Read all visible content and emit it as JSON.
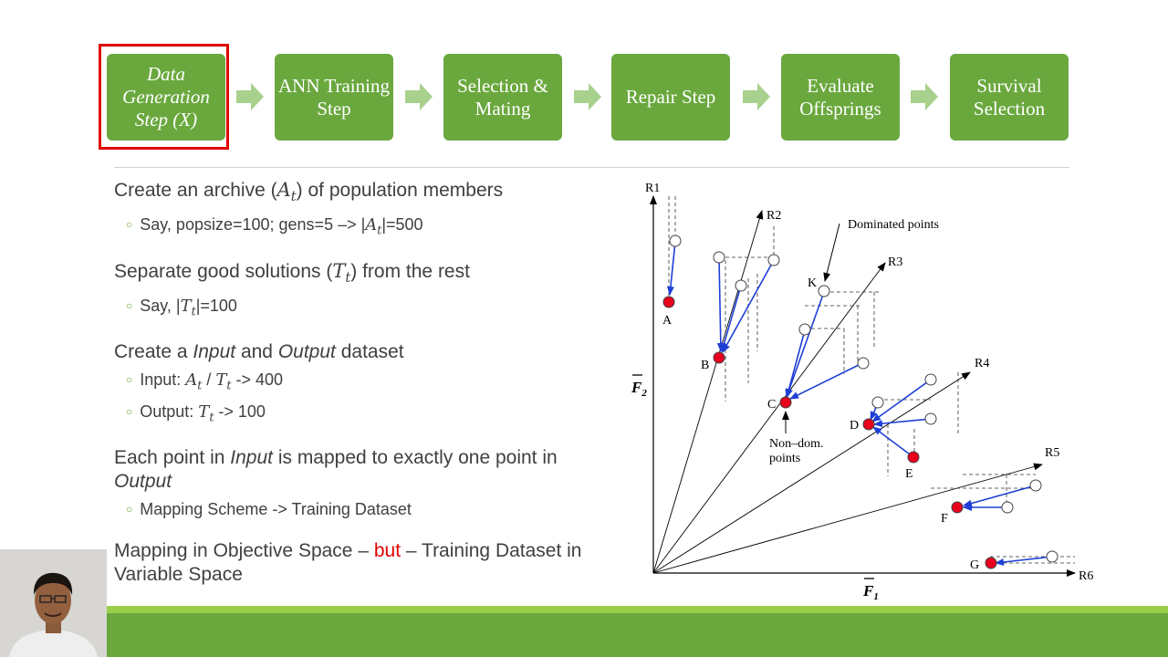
{
  "steps": [
    {
      "label": "Data Generation Step (X)",
      "active": true
    },
    {
      "label": "ANN Training Step"
    },
    {
      "label": "Selection & Mating"
    },
    {
      "label": "Repair Step"
    },
    {
      "label": "Evaluate Offsprings"
    },
    {
      "label": "Survival Selection"
    }
  ],
  "bullets": {
    "b1": {
      "pre": "Create an archive (",
      "math": "A",
      "sub": "t",
      "post": ") of population members",
      "sub_item": {
        "pre": "Say, popsize=100; gens=5 –> |",
        "math": "A",
        "sub": "t",
        "post": "|=500"
      }
    },
    "b2": {
      "pre": "Separate good solutions (",
      "math": "T",
      "sub": "t",
      "post": ") from the rest",
      "sub_item": {
        "pre": "Say, |",
        "math": "T",
        "sub": "t",
        "post": "|=100"
      }
    },
    "b3": {
      "t1": "Create a ",
      "i1": "Input",
      "t2": " and ",
      "i2": "Output",
      "t3": " dataset",
      "sub1": {
        "pre": "Input: ",
        "m1": "A",
        "s1": "t",
        "mid": " / ",
        "m2": "T",
        "s2": "t",
        "post": " -> 400"
      },
      "sub2": {
        "pre": "Output: ",
        "m1": "T",
        "s1": "t",
        "post": " -> 100"
      }
    },
    "b4": {
      "t1": "Each point in ",
      "i1": "Input",
      "t2": " is mapped to exactly one point in ",
      "i2": "Output",
      "sub": "Mapping Scheme -> Training Dataset"
    },
    "b5": {
      "t1": "Mapping in Objective Space – ",
      "red": "but",
      "t2": " – Training Dataset in Variable Space"
    }
  },
  "diagram": {
    "ref_labels": [
      "R1",
      "R2",
      "R3",
      "R4",
      "R5",
      "R6"
    ],
    "axis_labels": {
      "x": "F",
      "x_sub": "1",
      "y": "F",
      "y_sub": "2"
    },
    "point_labels": [
      "A",
      "B",
      "C",
      "D",
      "E",
      "F",
      "G",
      "K"
    ],
    "annotations": {
      "dominated": "Dominated points",
      "nondom_line1": "Non–dom.",
      "nondom_line2": "points"
    }
  },
  "colors": {
    "accent": "#6aa83e",
    "highlight": "#e00000",
    "point_fill": "#e8001c",
    "arrow": "#1f3fd6"
  }
}
